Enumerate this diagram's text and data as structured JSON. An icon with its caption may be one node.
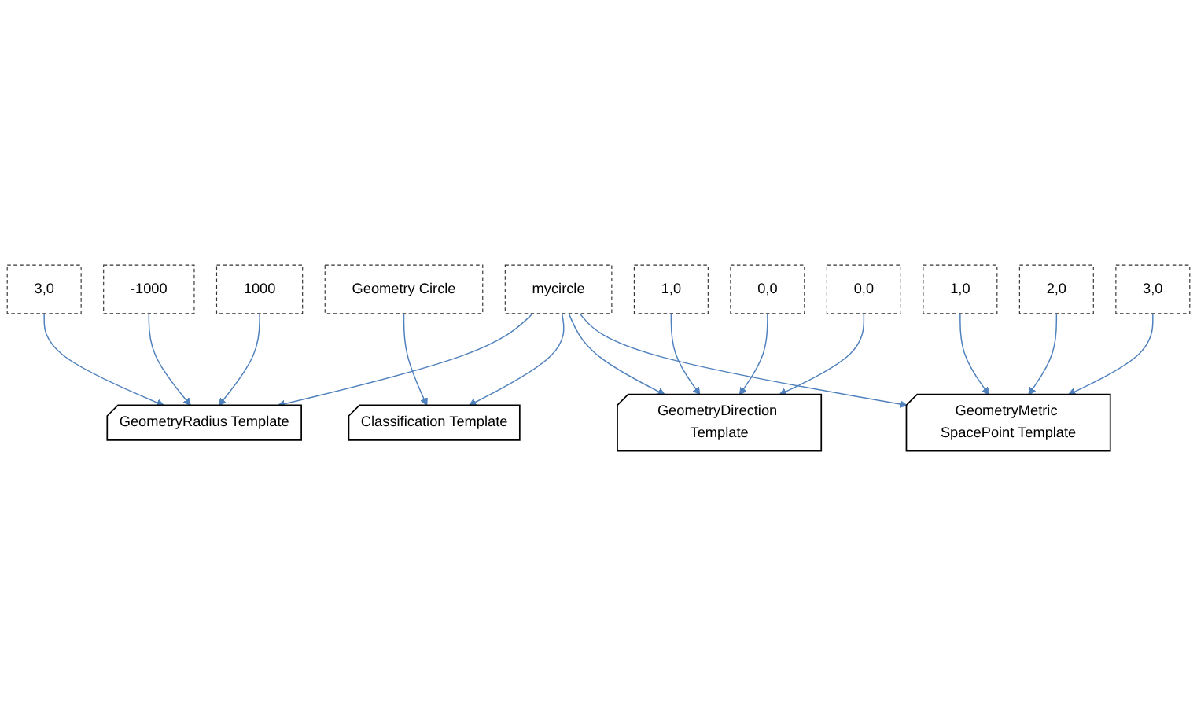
{
  "diagram": {
    "nodes": [
      {
        "text": [
          "3,0"
        ]
      },
      {
        "text": [
          "-1000"
        ]
      },
      {
        "text": [
          "1000"
        ]
      },
      {
        "text": [
          "GeometryRadius Template"
        ]
      },
      {
        "text": [
          "Classification Template"
        ]
      },
      {
        "text": [
          "Geometry Circle"
        ]
      },
      {
        "text": [
          "mycircle"
        ]
      },
      {
        "text": [
          "1,0"
        ]
      },
      {
        "text": [
          "GeometryDirection Template"
        ]
      },
      {
        "text": [
          "0,0"
        ]
      },
      {
        "text": [
          "0,0"
        ]
      },
      {
        "text": [
          "GeometryMetric SpacePoint Template"
        ]
      },
      {
        "text": [
          "1,0"
        ]
      },
      {
        "text": [
          "2,0"
        ]
      },
      {
        "text": [
          "3,0"
        ]
      }
    ],
    "edges": [
      {
        "from": 0,
        "to": 3,
        "arrow": "to"
      },
      {
        "from": 1,
        "to": 3,
        "arrow": "to"
      },
      {
        "from": 2,
        "to": 3,
        "arrow": "to"
      },
      {
        "from": 6,
        "to": 3,
        "arrow": "to"
      },
      {
        "from": 6,
        "to": 4,
        "arrow": "to"
      },
      {
        "from": 5,
        "to": 4,
        "arrow": "to"
      },
      {
        "from": 6,
        "to": 8,
        "arrow": "to"
      },
      {
        "from": 6,
        "to": 11,
        "arrow": "to"
      },
      {
        "from": 7,
        "to": 8,
        "arrow": "to"
      },
      {
        "from": 9,
        "to": 8,
        "arrow": "to"
      },
      {
        "from": 10,
        "to": 8,
        "arrow": "to"
      },
      {
        "from": 12,
        "to": 11,
        "arrow": "to"
      },
      {
        "from": 13,
        "to": 11,
        "arrow": "to"
      },
      {
        "from": 14,
        "to": 11,
        "arrow": "to"
      }
    ]
  }
}
